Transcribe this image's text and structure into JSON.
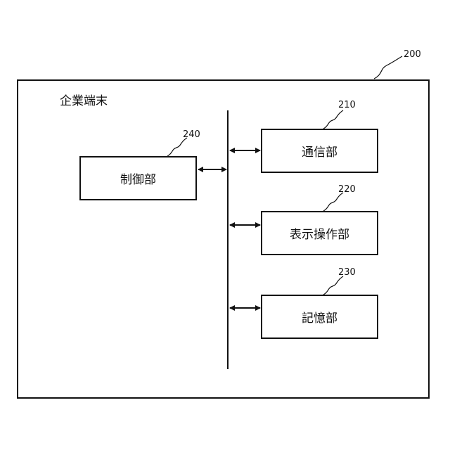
{
  "diagram": {
    "device": {
      "label": "企業端末",
      "ref": "200"
    },
    "blocks": [
      {
        "id": "control",
        "label": "制御部",
        "ref": "240"
      },
      {
        "id": "communication",
        "label": "通信部",
        "ref": "210"
      },
      {
        "id": "display-operation",
        "label": "表示操作部",
        "ref": "220"
      },
      {
        "id": "storage",
        "label": "記憶部",
        "ref": "230"
      }
    ],
    "connections": [
      {
        "from": "control",
        "to": "bus",
        "arrows": "both"
      },
      {
        "from": "bus",
        "to": "communication",
        "arrows": "both"
      },
      {
        "from": "bus",
        "to": "display-operation",
        "arrows": "both"
      },
      {
        "from": "bus",
        "to": "storage",
        "arrows": "both"
      }
    ],
    "colors": {
      "line": "#111111",
      "background": "#ffffff"
    }
  }
}
